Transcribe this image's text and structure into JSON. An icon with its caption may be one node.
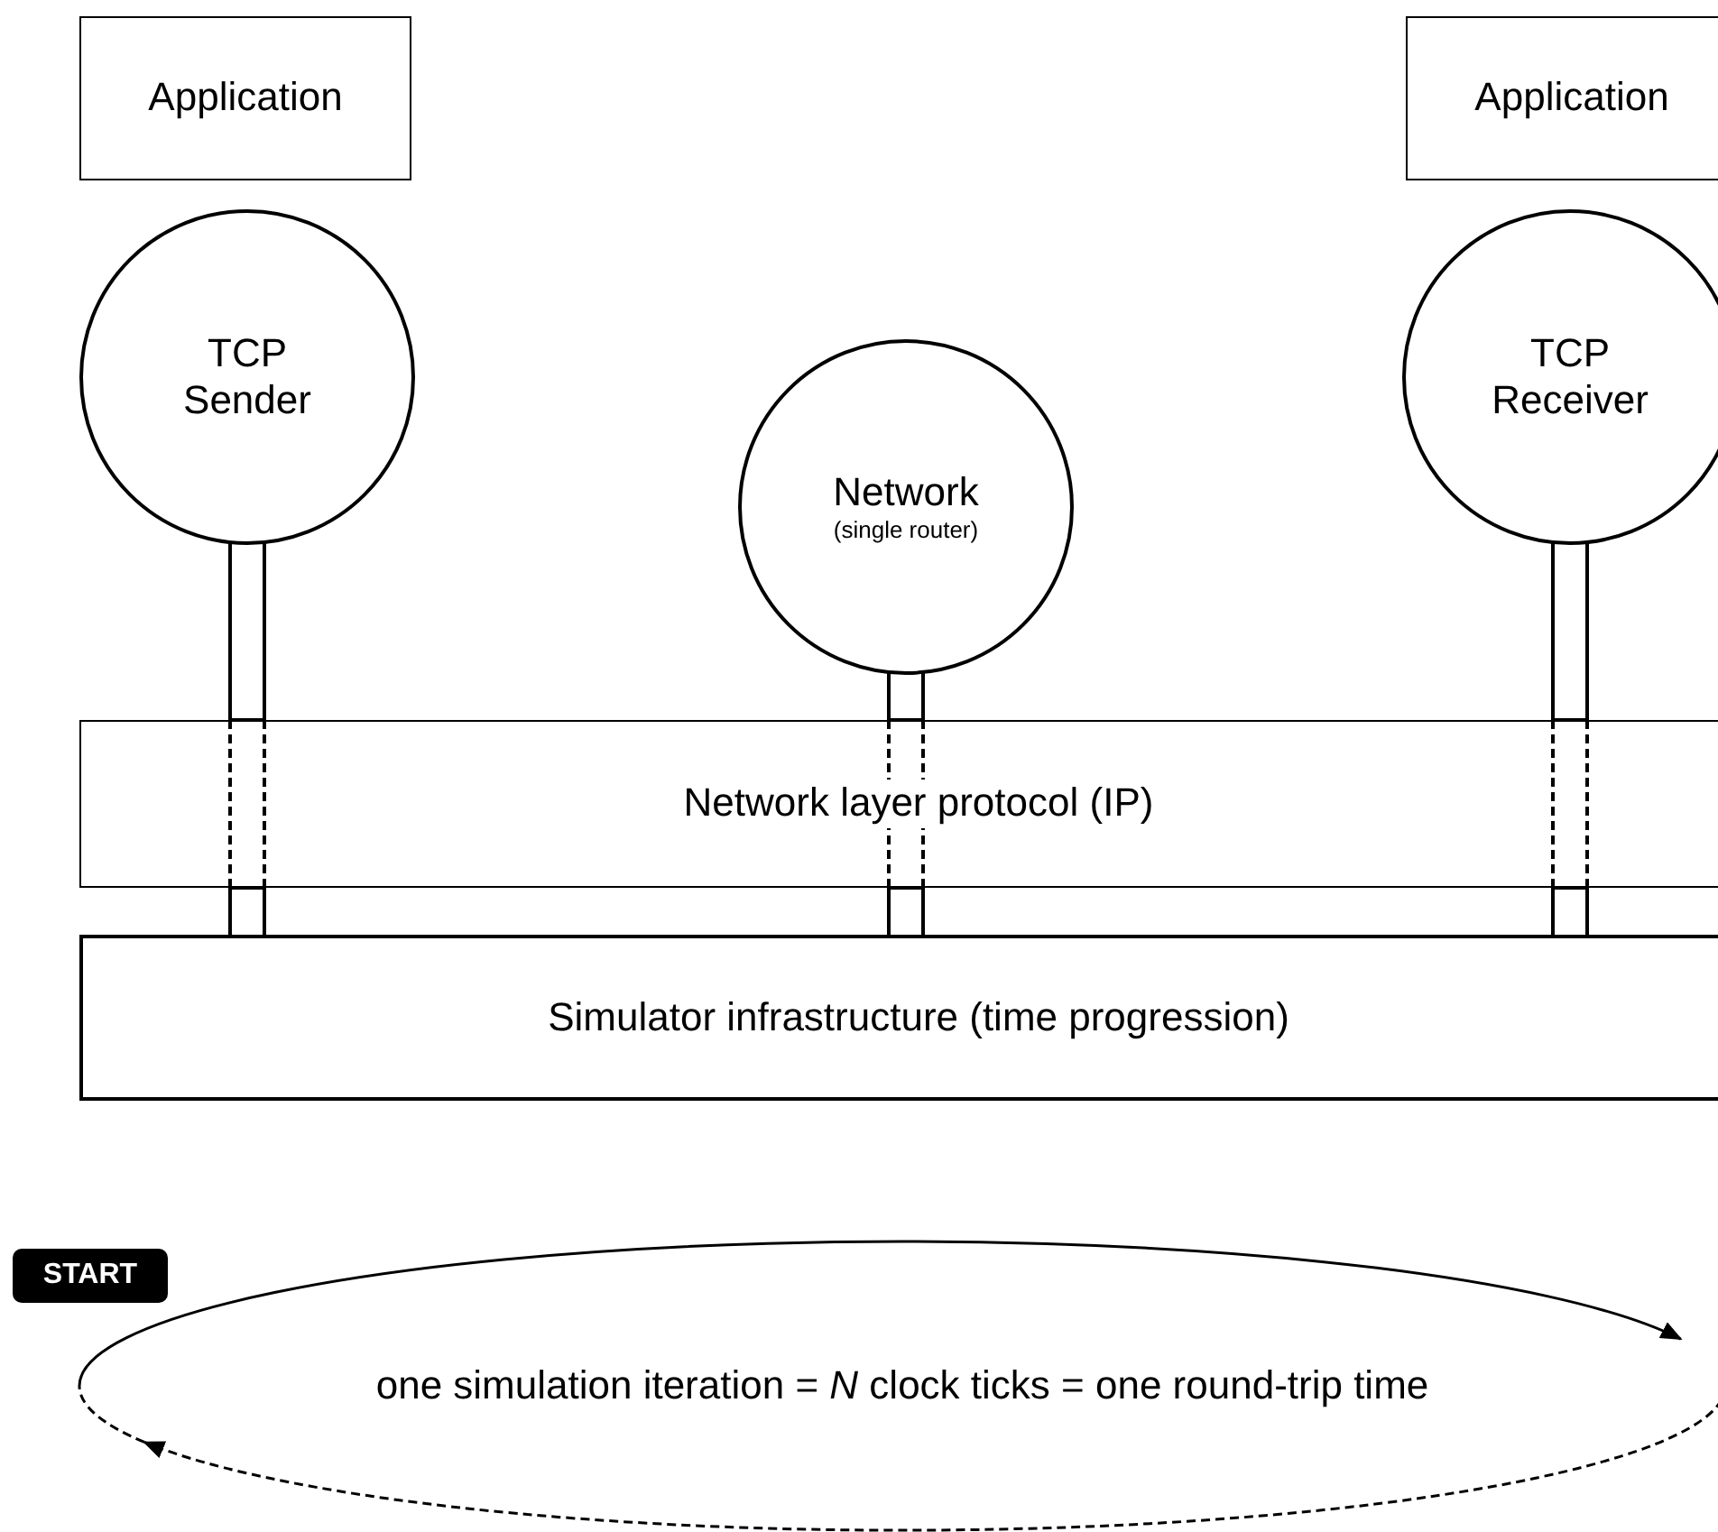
{
  "diagram": {
    "nodes": [
      {
        "text": [
          "Application"
        ]
      },
      {
        "text": [
          "Application"
        ]
      },
      {
        "text": [
          "TCP Sender"
        ]
      },
      {
        "text": [
          "Network",
          "(single router)"
        ]
      },
      {
        "text": [
          "TCP Receiver"
        ]
      },
      {
        "text": [
          "Network layer protocol (IP)"
        ]
      },
      {
        "text": [
          "Simulator infrastructure (time progression)"
        ]
      },
      {
        "text": [
          "one simulation iteration = *N* clock ticks = one round-trip time"
        ]
      }
    ],
    "edges": [
      {
        "from": 2,
        "to": 5,
        "arrow": "none"
      },
      {
        "from": 5,
        "to": 6,
        "arrow": "none"
      },
      {
        "from": 3,
        "to": 5,
        "arrow": "none"
      },
      {
        "from": 5,
        "to": 6,
        "arrow": "none"
      },
      {
        "from": 4,
        "to": 5,
        "arrow": "none"
      },
      {
        "from": 5,
        "to": 6,
        "arrow": "none"
      }
    ],
    "labels": [
      "START"
    ]
  }
}
